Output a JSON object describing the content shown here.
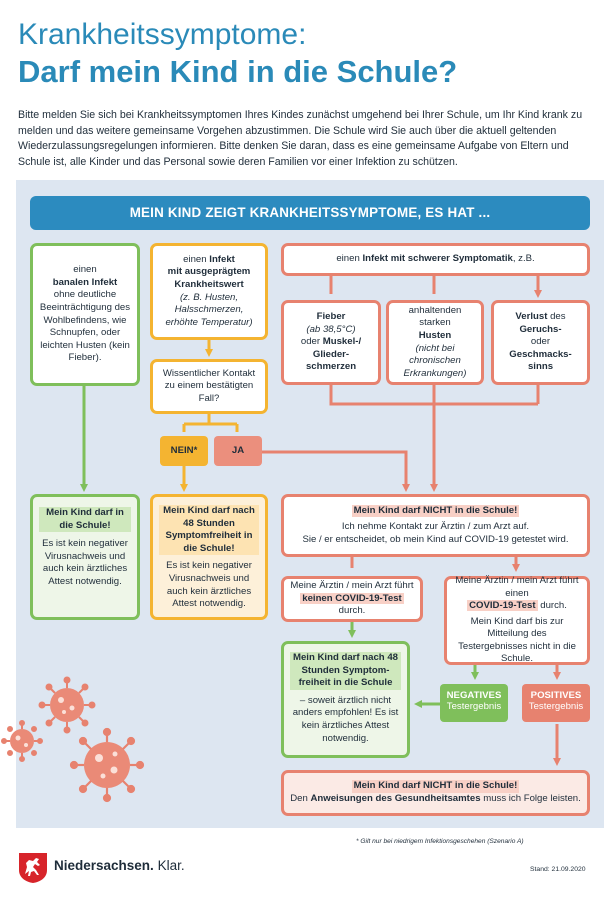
{
  "header": {
    "title_line1": "Krankheitssymptome:",
    "title_line2": "Darf mein Kind in die Schule?",
    "intro": "Bitte melden Sie sich bei Krankheitssymptomen Ihres Kindes zunächst umgehend bei Ihrer Schule, um Ihr Kind krank zu melden und das weitere gemeinsame Vorgehen abzustimmen. Die Schule wird Sie auch über die aktuell geltenden Wiederzulassungsregelungen informieren. Bitte denken Sie daran, dass es eine gemeinsame Aufgabe von Eltern und Schule ist, alle Kinder und das Personal sowie deren Familien vor einer Infektion zu schützen."
  },
  "banner": "MEIN KIND ZEIGT KRANKHEITSSYMPTOME, ES HAT ...",
  "col1": {
    "a": "einen",
    "b": "banalen Infekt",
    "c": "ohne deutliche Beeinträchtigung des Wohlbefindens, wie Schnupfen, oder leichten Husten (kein Fieber)."
  },
  "col2": {
    "a": "einen",
    "b": "Infekt",
    "c": "mit ausgeprägtem Krankheitswert",
    "d": "(z. B. Husten, Halsschmerzen, erhöhte Temperatur)"
  },
  "contact_question": "Wissentlicher Kontakt zu einem bestätigten Fall?",
  "severe": {
    "a": "einen",
    "b": "Infekt mit schwerer Symptomatik",
    "c": ", z.B."
  },
  "sym1": {
    "b": "Fieber",
    "i": "(ab 38,5°C)",
    "c": "oder",
    "d": "Muskel-/ Glieder-schmerzen"
  },
  "sym2": {
    "a": "anhaltenden starken",
    "b": "Husten",
    "i": "(nicht bei chronischen Erkrankungen)"
  },
  "sym3": {
    "a": "Verlust",
    "b": "des",
    "c": "Geruchs-",
    "d": "oder",
    "e": "Geschmacks-sinns"
  },
  "no_label": "NEIN*",
  "yes_label": "JA",
  "res_green": {
    "head": "Mein Kind darf in die Schule!",
    "body": "Es ist kein negativer Virusnachweis und auch kein ärztliches Attest notwendig."
  },
  "res_orange": {
    "head": "Mein Kind darf nach 48 Stunden Symptomfreiheit in die Schule!",
    "body": "Es ist kein negativer Virusnachweis und auch kein ärztliches Attest notwendig."
  },
  "not_school": {
    "head": "Mein Kind darf NICHT in die Schule!",
    "l1": "Ich nehme Kontakt zur Ärztin / zum Arzt auf.",
    "l2": "Sie / er entscheidet, ob mein Kind auf COVID-19 getestet wird."
  },
  "no_test": {
    "pre": "Meine Ärztin / mein Arzt führt",
    "tag": "keinen COVID-19-Test",
    "post": "durch."
  },
  "test": {
    "pre": "Meine Ärztin / mein Arzt führt einen",
    "tag": "COVID-19-Test",
    "post": "durch.",
    "body": "Mein Kind darf bis zur Mitteilung des Testergebnisses nicht in die Schule."
  },
  "res_48": {
    "head": "Mein Kind darf nach 48 Stunden Symptom-freiheit in die Schule",
    "body": "– soweit ärztlich nicht anders empfohlen! Es ist kein ärztliches Attest notwendig."
  },
  "negative": {
    "label": "NEGATIVES",
    "sub": "Testergebnis"
  },
  "positive": {
    "label": "POSITIVES",
    "sub": "Testergebnis"
  },
  "final": {
    "head": "Mein Kind darf NICHT in die Schule!",
    "pre": "Den",
    "bold": "Anweisungen des Gesundheitsamtes",
    "post": "muss ich Folge leisten."
  },
  "footnote": "* Gilt nur bei niedrigem Infektionsgeschehen (Szenario A)",
  "footer": {
    "brand": "Niedersachsen.",
    "klar": "Klar.",
    "stand": "Stand: 21.09.2020"
  },
  "colors": {
    "blue": "#2c8bbf",
    "green": "#7fbf5b",
    "orange": "#f4b431",
    "red": "#e7826f",
    "panel": "#dde6f1"
  }
}
